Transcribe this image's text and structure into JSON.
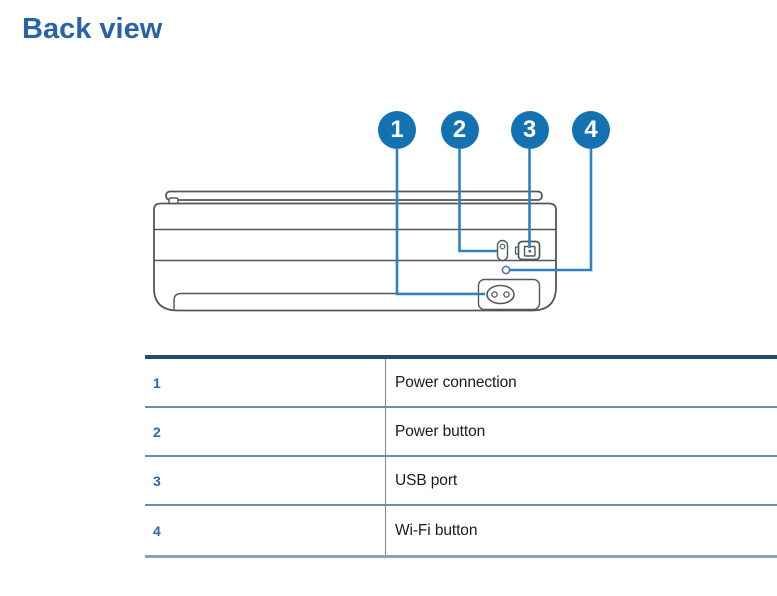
{
  "page": {
    "title": "Back view"
  },
  "diagram": {
    "description": "Line drawing of printer rear panel with numbered callouts",
    "callouts": [
      {
        "number": "1",
        "label": "Power connection"
      },
      {
        "number": "2",
        "label": "Power button"
      },
      {
        "number": "3",
        "label": "USB port"
      },
      {
        "number": "4",
        "label": "Wi-Fi button"
      }
    ]
  },
  "colors": {
    "heading_blue": "#2A62A5",
    "callout_blue": "#1572B2",
    "leader_line_blue": "#2E80C4",
    "outline_gray": "#54565A",
    "table_top_border": "#29486D",
    "table_line": "#6F8CAB",
    "table_bottom_border": "#8BA3BF",
    "table_number_blue": "#2769AC"
  }
}
